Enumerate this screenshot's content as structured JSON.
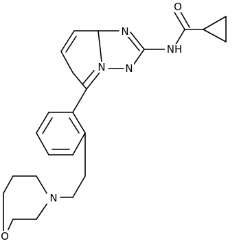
{
  "molecule": {
    "atoms": {
      "carbonyl_oxygen": "O",
      "amide_nitrogen": "NH",
      "triazole_n_top": "N",
      "triazole_n_bridge": "N",
      "triazole_n_bottom": "N",
      "morpholine_nitrogen": "N",
      "morpholine_oxygen": "O"
    }
  }
}
